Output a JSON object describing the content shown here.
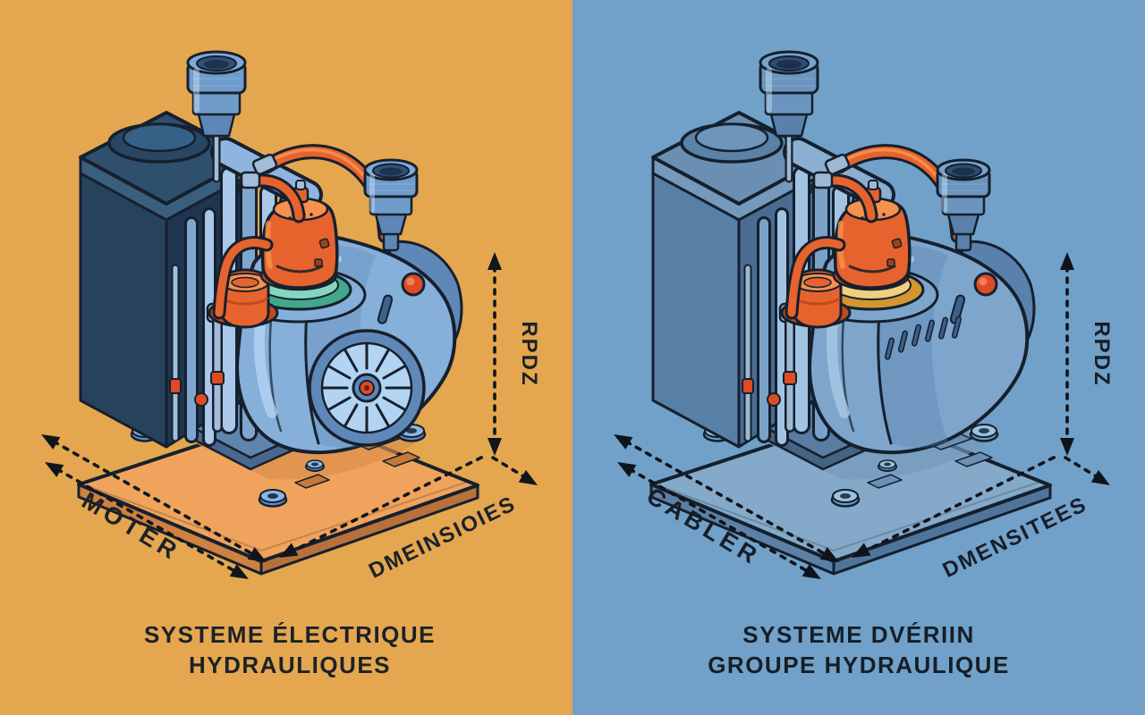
{
  "illustration_type": "isometric hydraulic power unit comparison",
  "panels": [
    {
      "id": "left",
      "illustration": "electric-hydraulic-power-unit",
      "background": "#E4A74F",
      "palette": {
        "base_plate": "#F0A35C",
        "reservoir_tank": "#2F506D",
        "pump_body": "#86AFD9",
        "pump_head": "#E7632D",
        "collar_ring": "#43A78C",
        "indicator_light": "#DE4B24",
        "dimension_lines": "#11161D"
      },
      "labels": {
        "width": "MOTER",
        "depth": "DMEINSIOIES",
        "height": "RPDZ"
      },
      "caption_line1": "SYSTEME ÉLECTRIQUE",
      "caption_line2": "HYDRAULIQUES"
    },
    {
      "id": "right",
      "illustration": "cylinder-group-hydraulic-power-unit",
      "background": "#71A1C8",
      "palette": {
        "base_plate": "#84A9C9",
        "reservoir_tank": "#6A8FB2",
        "pump_body": "#7EA5CC",
        "pump_head": "#E7632D",
        "collar_ring": "#D3962F",
        "indicator_light": "#DE4B24",
        "dimension_lines": "#0F141B"
      },
      "labels": {
        "width": "CABLER",
        "depth": "DMENSITEES",
        "height": "RPDZ"
      },
      "caption_line1": "SYSTEME DVÉRIIN",
      "caption_line2": "GROUPE HYDRAULIQUE"
    }
  ]
}
